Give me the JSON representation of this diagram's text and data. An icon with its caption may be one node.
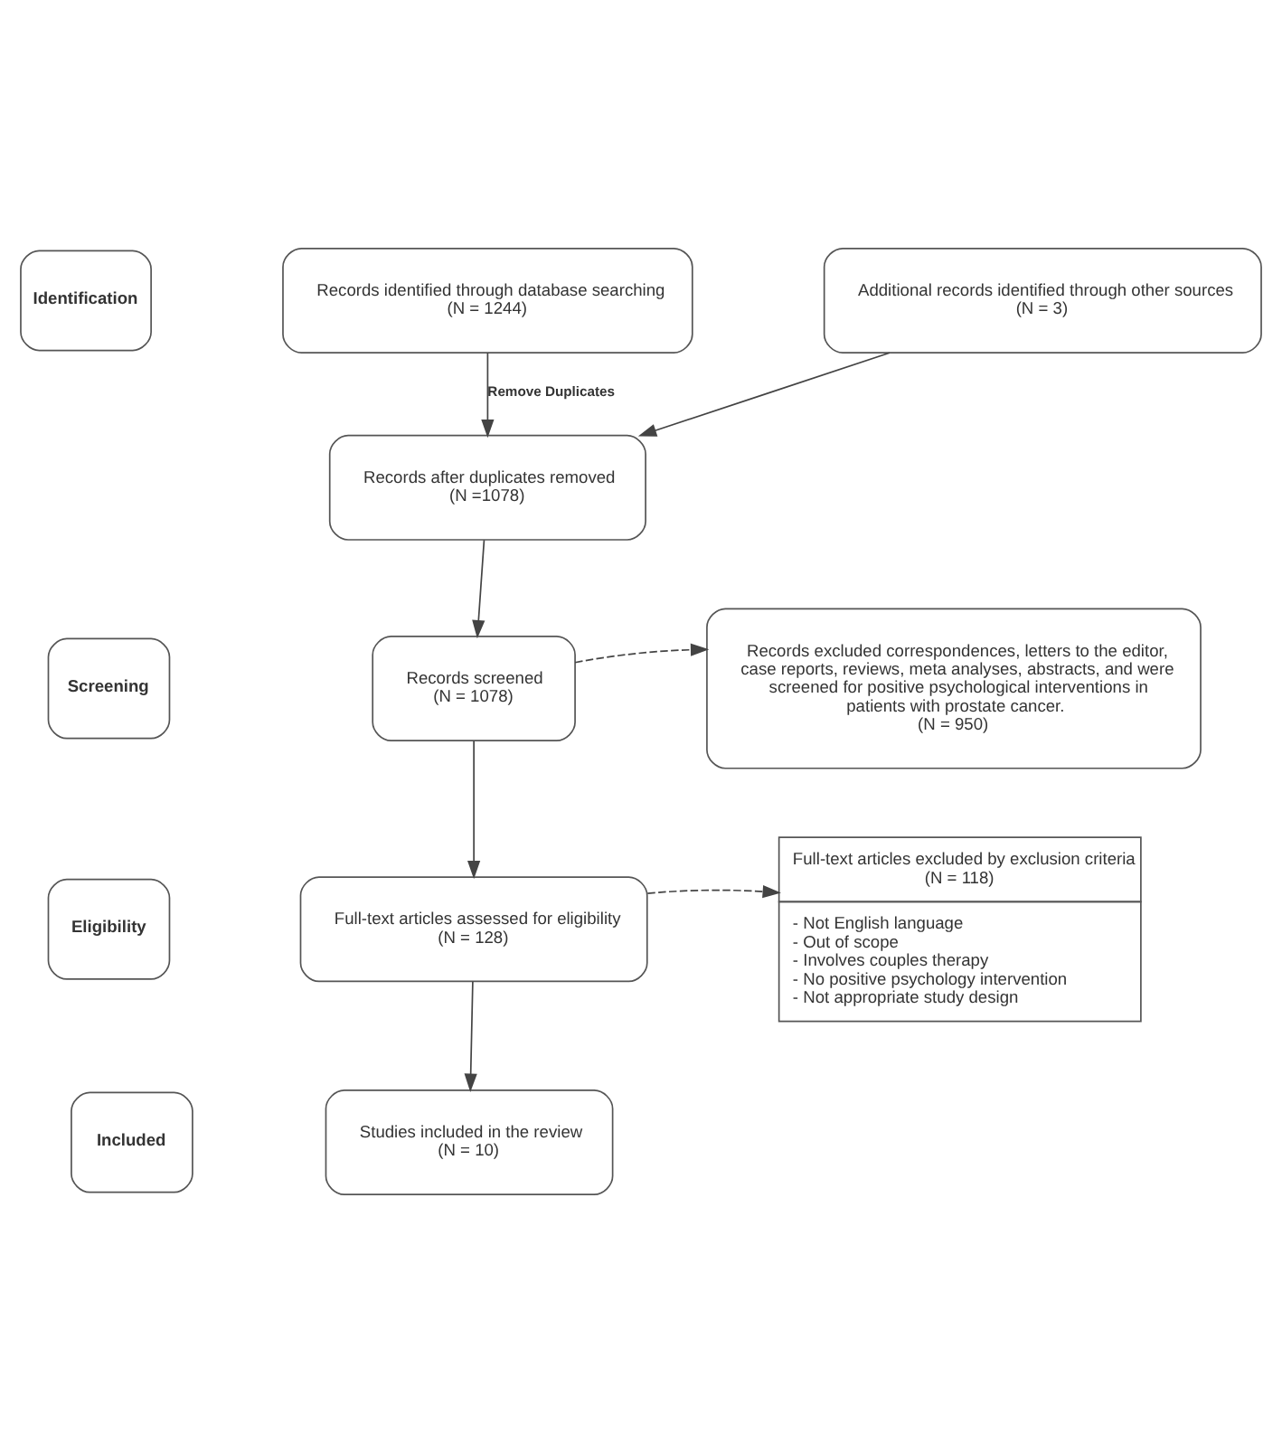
{
  "diagram": {
    "nodes": [
      {
        "text": [
          "Identification"
        ]
      },
      {
        "text": [
          "Records identified through database searching",
          "(N = 1244)"
        ]
      },
      {
        "text": [
          "Additional records identified through other sources",
          "(N = 3)"
        ]
      },
      {
        "text": [
          "Records after duplicates removed",
          "(N =1078)"
        ]
      },
      {
        "text": [
          "Screening"
        ]
      },
      {
        "text": [
          "Records screened",
          "(N = 1078)"
        ]
      },
      {
        "text": [
          "Records excluded correspondences, letters to the editor, case reports, reviews, meta analyses, abstracts, and were screened for positive psychological interventions in patients with prostate cancer.",
          "(N = 950)"
        ]
      },
      {
        "text": [
          "Eligibility"
        ]
      },
      {
        "text": [
          "Full-text articles assessed for eligibility",
          "(N = 128)"
        ]
      },
      {
        "text": [
          "Full-text articles excluded by exclusion criteria",
          "(N = 118)",
          "- Not English language",
          "- Out of scope",
          "- Involves couples therapy",
          "- No positive psychology intervention",
          "- Not appropriate study design"
        ]
      },
      {
        "text": [
          "Included"
        ]
      },
      {
        "text": [
          "Studies included in the review",
          "(N = 10)"
        ]
      }
    ],
    "edges": [
      {
        "from": 1,
        "to": 3,
        "arrow": "to",
        "label": "Remove Duplicates"
      },
      {
        "from": 2,
        "to": 3,
        "arrow": "to"
      },
      {
        "from": 3,
        "to": 5,
        "arrow": "to"
      },
      {
        "from": 5,
        "to": 6,
        "arrow": "to",
        "style": "dashed"
      },
      {
        "from": 5,
        "to": 8,
        "arrow": "to"
      },
      {
        "from": 8,
        "to": 9,
        "arrow": "to",
        "style": "dashed"
      },
      {
        "from": 8,
        "to": 11,
        "arrow": "to"
      }
    ]
  }
}
